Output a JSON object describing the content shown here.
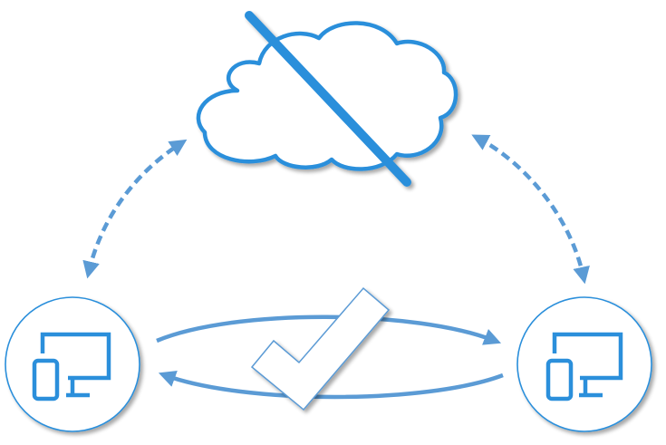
{
  "diagram": {
    "description_labels": [],
    "colors": {
      "primary": "#2b8fdb",
      "arrow": "#5b9bd5",
      "check_stroke": "#5b9bd5",
      "fill": "#ffffff",
      "shadow": "#9a9a9a"
    },
    "nodes": [
      {
        "id": "cloud",
        "icon": "cloud-off-icon",
        "state": "disconnected"
      },
      {
        "id": "device-left",
        "icon": "devices-icon"
      },
      {
        "id": "device-right",
        "icon": "devices-icon"
      }
    ],
    "connections": [
      {
        "from": "cloud",
        "to": "device-left",
        "style": "dashed",
        "direction": "bidirectional"
      },
      {
        "from": "cloud",
        "to": "device-right",
        "style": "dashed",
        "direction": "bidirectional"
      },
      {
        "from": "device-left",
        "to": "device-right",
        "style": "solid",
        "direction": "bidirectional",
        "status": "check-icon"
      }
    ]
  }
}
